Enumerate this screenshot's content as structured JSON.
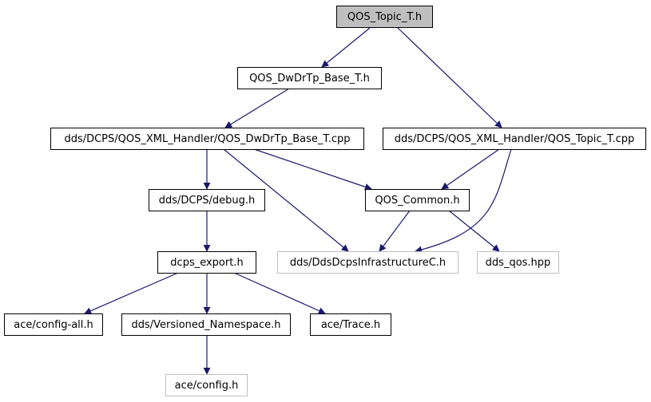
{
  "colors": {
    "edge": "#191970",
    "node_border": "#000000",
    "missing_border": "#bfbfbf",
    "root_fill": "#bfbfbf",
    "fill": "#ffffff",
    "text": "#000000"
  },
  "nodes": [
    {
      "id": "qos-topic-t-h",
      "label": "QOS_Topic_T.h",
      "style": "root"
    },
    {
      "id": "qos-dwdrtp-base-t-h",
      "label": "QOS_DwDrTp_Base_T.h",
      "style": "normal"
    },
    {
      "id": "dwdrtp-base-t-cpp",
      "label": "dds/DCPS/QOS_XML_Handler/QOS_DwDrTp_Base_T.cpp",
      "style": "normal"
    },
    {
      "id": "topic-t-cpp",
      "label": "dds/DCPS/QOS_XML_Handler/QOS_Topic_T.cpp",
      "style": "normal"
    },
    {
      "id": "debug-h",
      "label": "dds/DCPS/debug.h",
      "style": "normal"
    },
    {
      "id": "qos-common-h",
      "label": "QOS_Common.h",
      "style": "normal"
    },
    {
      "id": "dcps-export-h",
      "label": "dcps_export.h",
      "style": "normal"
    },
    {
      "id": "dds-infrastructure-h",
      "label": "dds/DdsDcpsInfrastructureC.h",
      "style": "missing"
    },
    {
      "id": "dds-qos-hpp",
      "label": "dds_qos.hpp",
      "style": "missing"
    },
    {
      "id": "ace-config-all-h",
      "label": "ace/config-all.h",
      "style": "normal"
    },
    {
      "id": "versioned-namespace-h",
      "label": "dds/Versioned_Namespace.h",
      "style": "normal"
    },
    {
      "id": "ace-trace-h",
      "label": "ace/Trace.h",
      "style": "normal"
    },
    {
      "id": "ace-config-h",
      "label": "ace/config.h",
      "style": "missing"
    }
  ],
  "edges": [
    {
      "from": "qos-topic-t-h",
      "to": "qos-dwdrtp-base-t-h"
    },
    {
      "from": "qos-topic-t-h",
      "to": "topic-t-cpp"
    },
    {
      "from": "qos-dwdrtp-base-t-h",
      "to": "dwdrtp-base-t-cpp"
    },
    {
      "from": "dwdrtp-base-t-cpp",
      "to": "debug-h"
    },
    {
      "from": "dwdrtp-base-t-cpp",
      "to": "qos-common-h"
    },
    {
      "from": "dwdrtp-base-t-cpp",
      "to": "dds-infrastructure-h"
    },
    {
      "from": "topic-t-cpp",
      "to": "qos-common-h"
    },
    {
      "from": "topic-t-cpp",
      "to": "dds-infrastructure-h"
    },
    {
      "from": "qos-common-h",
      "to": "dds-infrastructure-h"
    },
    {
      "from": "qos-common-h",
      "to": "dds-qos-hpp"
    },
    {
      "from": "debug-h",
      "to": "dcps-export-h"
    },
    {
      "from": "dcps-export-h",
      "to": "ace-config-all-h"
    },
    {
      "from": "dcps-export-h",
      "to": "versioned-namespace-h"
    },
    {
      "from": "dcps-export-h",
      "to": "ace-trace-h"
    },
    {
      "from": "versioned-namespace-h",
      "to": "ace-config-h"
    }
  ]
}
